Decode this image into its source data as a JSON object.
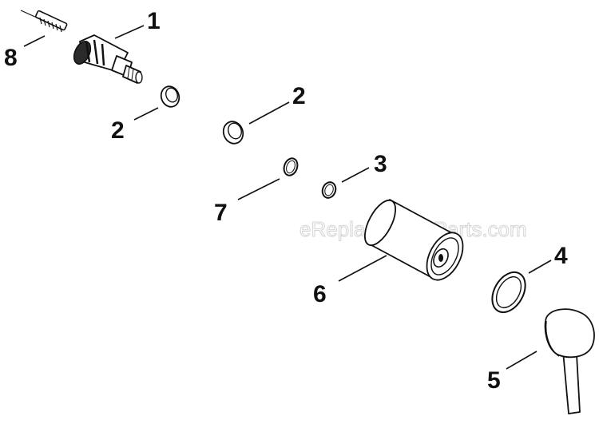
{
  "callouts": {
    "c1": "1",
    "c2a": "2",
    "c2b": "2",
    "c3": "3",
    "c4": "4",
    "c5": "5",
    "c6": "6",
    "c7": "7",
    "c8": "8"
  },
  "watermark": "eReplacementParts.com"
}
